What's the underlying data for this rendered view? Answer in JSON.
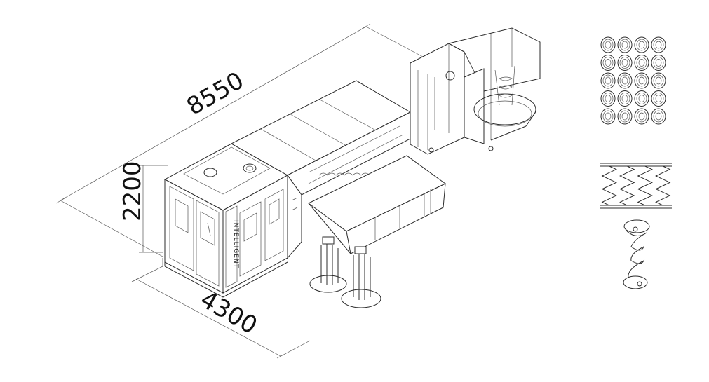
{
  "dimensions": {
    "length": "8550",
    "height": "2200",
    "width": "4300"
  },
  "machine_side_text": "INTELLIGENT",
  "coil_grid": {
    "rows": 5,
    "cols": 4
  },
  "zigzag_coils": 4,
  "colors": {
    "line": "#2b2b2b",
    "background": "#ffffff"
  }
}
